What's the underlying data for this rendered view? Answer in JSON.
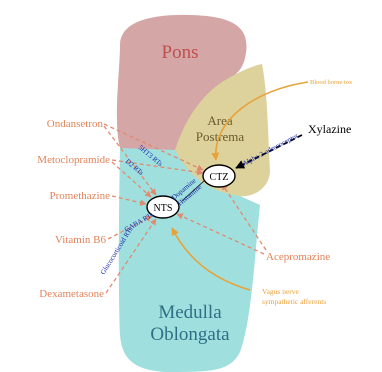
{
  "regions": {
    "pons": "Pons",
    "area_postrema_line1": "Area",
    "area_postrema_line2": "Postrema",
    "medulla_line1": "Medulla",
    "medulla_line2": "Oblongata"
  },
  "nodes": {
    "ctz": "CTZ",
    "nts": "NTS"
  },
  "drugs": {
    "ondansetron": "Ondansetron",
    "metoclopramide": "Metoclopramide",
    "promethazine": "Promethazine",
    "vitamin_b6": "Vitamin B6",
    "dexametasone": "Dexametasone",
    "acepromazine": "Acepromazine",
    "xylazine": "Xylazine"
  },
  "inputs": {
    "blood_borne": "Blood borne tox",
    "vagus_line1": "Vagus nerve",
    "vagus_line2": "sympathetic afferents"
  },
  "receptors": {
    "ht3": "5HT3 RTs",
    "d2": "D2 RTs",
    "gaba": "GABA RTs",
    "glucocorticoid": "Glucocorticoid RTs",
    "dopamine": "Dopamine",
    "histamine": "Histamine",
    "alpha2": "Alpha-2-adrenoceptor"
  },
  "colors": {
    "pons_fill": "#d4a6a6",
    "pons_text": "#c0504d",
    "area_fill": "#ddd19c",
    "area_text": "#6b5a2e",
    "medulla_fill": "#9fe0df",
    "medulla_text": "#2f6f86",
    "drug_text": "#e0845a",
    "arrow_orange": "#e8a23a",
    "dashed": "#e08a70",
    "receptor_text": "#1a2aa8"
  }
}
